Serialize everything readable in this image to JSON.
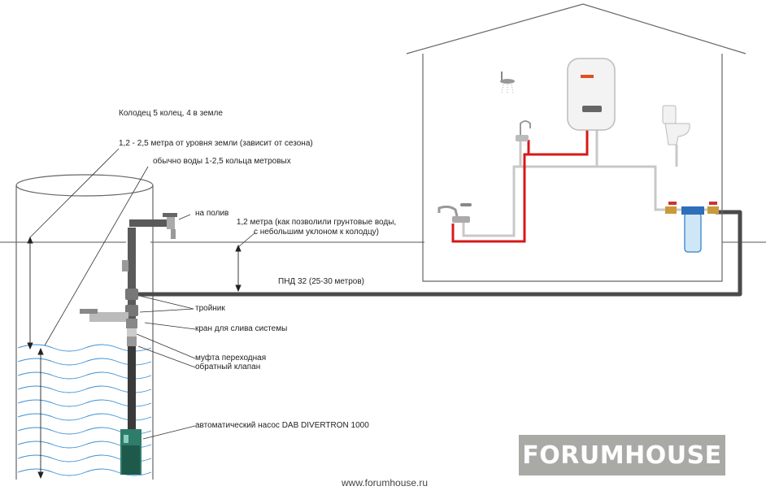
{
  "labels": {
    "well": "Колодец 5 колец, 4 в земле",
    "depth_to_water": "1,2 - 2,5 метра от уровня земли (зависит от сезона)",
    "water_level": "обычно воды 1-2,5 кольца метровых",
    "garden_tap": "на полив",
    "pipe_depth_line1": "1,2 метра (как позволили грунтовые воды,",
    "pipe_depth_line2": "с небольшим уклоном к колодцу)",
    "pipe": "ПНД 32 (25-30 метров)",
    "tee": "тройник",
    "drain_valve": "кран для слива системы",
    "coupling": "муфта переходная",
    "check_valve": "обратный клапан",
    "pump": "автоматический насос DAB DIVERTRON 1000"
  },
  "watermark": {
    "logo": "FORUMHOUSE",
    "url": "www.forumhouse.ru"
  },
  "colors": {
    "hot_pipe": "#d81818",
    "cold_pipe": "#c8c8c8",
    "main_pipe": "#4a4a4a",
    "water": "#3a8fd6",
    "logo_bg": "#a9aaa6"
  }
}
